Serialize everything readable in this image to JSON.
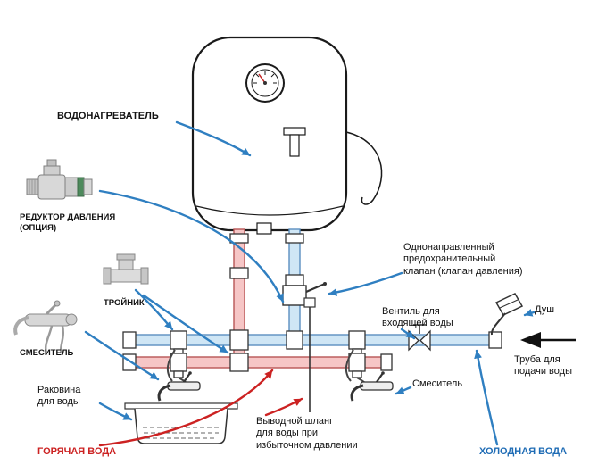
{
  "labels": {
    "water_heater": "ВОДОНАГРЕВАТЕЛЬ",
    "pressure_reducer": "РЕДУКТОР ДАВЛЕНИЯ\n(ОПЦИЯ)",
    "tee": "ТРОЙНИК",
    "mixer_left": "СМЕСИТЕЛЬ",
    "sink": "Раковина\nдля воды",
    "hot_water": "ГОРЯЧАЯ ВОДА",
    "safety_valve": "Однонаправленный\nпредохранительный\nклапан (клапан давления)",
    "inlet_valve": "Вентиль для\nвходящей воды",
    "shower": "Душ",
    "supply_pipe": "Труба для\nподачи воды",
    "mixer_right": "Смеситель",
    "drain_hose": "Выводной шланг\nдля воды при\nизбыточном давлении",
    "cold_water": "ХОЛОДНАЯ ВОДА"
  },
  "colors": {
    "hot_text": "#cc2222",
    "cold_text": "#1f6cb5",
    "arrow_blue": "#2f7fc1",
    "pipe_hot_fill": "#f6c6c6",
    "pipe_hot_stroke": "#b85555",
    "pipe_cold_fill": "#cfe6f5",
    "pipe_cold_stroke": "#5b8fc0"
  }
}
